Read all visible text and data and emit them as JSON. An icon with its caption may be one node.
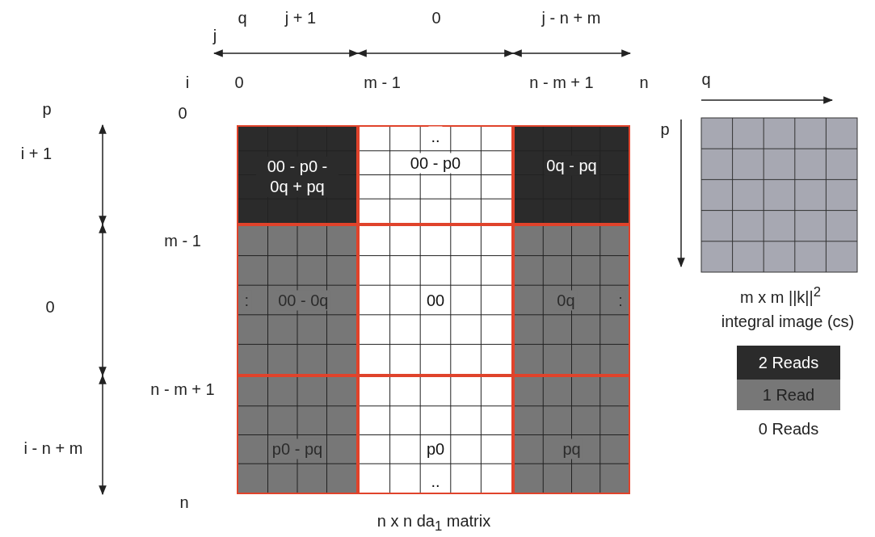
{
  "diagram": {
    "caption": "n x n da$_{1}$ matrix",
    "nodes": [
      {
        "text": [
          "00 - p0 - 0q + pq"
        ]
      },
      {
        "text": [
          "..",
          "00 - p0"
        ]
      },
      {
        "text": [
          "0q - pq"
        ]
      },
      {
        "text": [
          ":",
          "00 - 0q"
        ]
      },
      {
        "text": [
          "00"
        ]
      },
      {
        "text": [
          "0q",
          ":"
        ]
      },
      {
        "text": [
          "p0 - pq"
        ]
      },
      {
        "text": [
          "p0",
          ".."
        ]
      },
      {
        "text": [
          "pq"
        ]
      }
    ],
    "labels": [
      "q",
      "j + 1",
      "0",
      "j - n + m",
      "j",
      "i",
      "0",
      "m - 1",
      "n - m + 1",
      "n",
      "q",
      "p",
      "0",
      "p",
      "i + 1",
      "m - 1",
      "0",
      "n - m + 1",
      "i - n + m",
      "n",
      "m x m ||k||$^{2}$",
      "integral image (cs)"
    ],
    "legend": [
      {
        "text": "2 Reads",
        "color": "#2b2b2b"
      },
      {
        "text": "1 Read",
        "color": "#777777"
      },
      {
        "text": "0 Reads",
        "color": "#ffffff"
      }
    ]
  }
}
